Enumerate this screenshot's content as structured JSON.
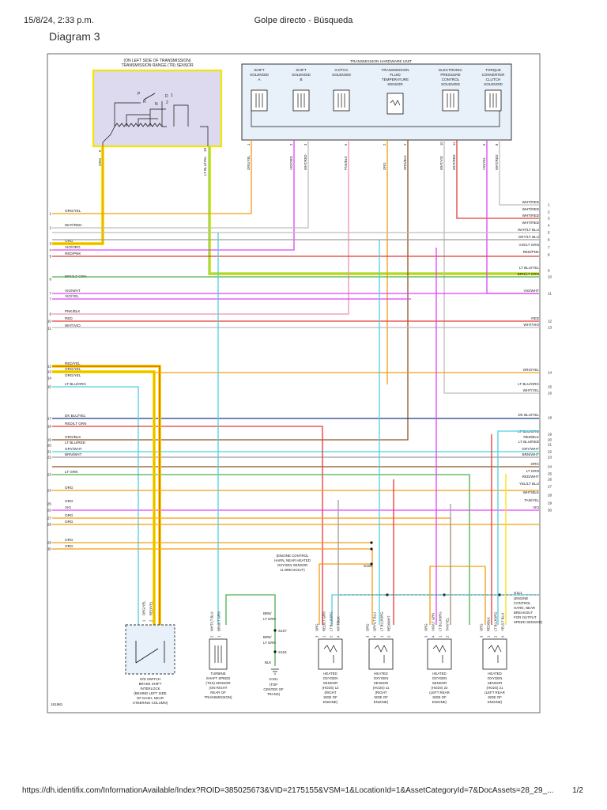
{
  "header": {
    "datetime": "15/8/24, 2:33 p.m.",
    "page_title": "Golpe directo - Búsqueda",
    "diagram_title": "Diagram 3"
  },
  "footer": {
    "url": "https://dh.identifix.com/InformationAvailable/Index?ROID=385025673&VID=2175155&VSM=1&LocationId=1&AssetCategoryId=7&DocAssets=28_29_...",
    "page": "1/2"
  },
  "tr_sensor": {
    "title_line1": "(ON LEFT SIDE OF TRANSMISSION)",
    "title_line2": "TRANSMISSION RANGE (TR) SENSOR",
    "pin_5": "5",
    "pin_10": "10",
    "letters": [
      "P",
      "R",
      "N",
      "D",
      "2",
      "1"
    ]
  },
  "thu": {
    "title": "TRANSMISSION HARDWARE UNIT",
    "components": [
      {
        "lines": [
          "SHIFT",
          "SOLENOID",
          "A"
        ],
        "pins": [
          {
            "num": "1",
            "label": "ORG/YEL"
          }
        ]
      },
      {
        "lines": [
          "SHIFT",
          "SOLENOID",
          "B"
        ],
        "pins": [
          {
            "num": "2",
            "label": "VIO/ORG"
          },
          {
            "num": "3",
            "label": "WHT/RED"
          }
        ]
      },
      {
        "lines": [
          "3-2/TCC",
          "SOLENOID"
        ],
        "pins": [
          {
            "num": "6",
            "label": "PNK/BLK"
          }
        ]
      },
      {
        "lines": [
          "TRANSMISSION",
          "FLUID",
          "TEMPERATURE",
          "SENSOR"
        ],
        "pins": [
          {
            "num": "2",
            "label": "ORG"
          },
          {
            "num": "2",
            "label": "ORG/BLK"
          }
        ]
      },
      {
        "lines": [
          "ELECTRONIC",
          "PRESSURE",
          "CONTROL",
          "SOLENOID"
        ],
        "pins": [
          {
            "num": "10",
            "label": "WHT/VIO"
          },
          {
            "num": "11",
            "label": "WHT/RED"
          }
        ]
      },
      {
        "lines": [
          "TORQUE",
          "CONVERTER",
          "CLUTCH",
          "SOLENOID"
        ],
        "pins": [
          {
            "num": "5",
            "label": "VIO/YEL"
          },
          {
            "num": "8",
            "label": "WHT/RED"
          }
        ]
      }
    ]
  },
  "left_connector": [
    {
      "num": "1",
      "wire": "ORG/YEL"
    },
    {
      "num": "2",
      "wire": "WHT/RED"
    },
    {
      "num": "3",
      "wire": "ORG"
    },
    {
      "num": "4",
      "wire": "VIO/ORG"
    },
    {
      "num": "5",
      "wire": "RED/PNK"
    },
    {
      "num": "6",
      "wire": "BRN/LT GRN"
    },
    {
      "num": "7",
      "wire": "VIO/WHT"
    },
    {
      "num": "7",
      "wire": "VIO/YEL"
    },
    {
      "num": "8",
      "wire": "PNK/BLK"
    },
    {
      "num": "10",
      "wire": "RED"
    },
    {
      "num": "11",
      "wire": "WHT/VIO"
    },
    {
      "num": "12",
      "wire": "RED/YEL"
    },
    {
      "num": "13",
      "wire": "ORG/YEL"
    },
    {
      "num": "14",
      "wire": "ORG/YEL"
    },
    {
      "num": "15",
      "wire": "LT BLU/ORG"
    },
    {
      "num": "17",
      "wire": "DK BLU/YEL"
    },
    {
      "num": "18",
      "wire": "RED/LT GRN"
    },
    {
      "num": "19",
      "wire": "ORG/BLK"
    },
    {
      "num": "20",
      "wire": "LT BLU/RED"
    },
    {
      "num": "21",
      "wire": "GRY/WHT"
    },
    {
      "num": "22",
      "wire": "BRN/WHT"
    },
    {
      "num": "23",
      "wire": "LT GRN"
    },
    {
      "num": "24",
      "wire": "ORG"
    },
    {
      "num": "25",
      "wire": "ORG"
    },
    {
      "num": "26",
      "wire": "VIO"
    },
    {
      "num": "27",
      "wire": "ORG"
    },
    {
      "num": "28",
      "wire": "ORG"
    },
    {
      "num": "29",
      "wire": "ORG"
    },
    {
      "num": "30",
      "wire": "ORG"
    }
  ],
  "right_connector": [
    {
      "num": "1",
      "wire": "WHT/RED"
    },
    {
      "num": "2",
      "wire": "WHT/RED"
    },
    {
      "num": "3",
      "wire": "WHT/RED"
    },
    {
      "num": "4",
      "wire": "WHT/RED"
    },
    {
      "num": "5",
      "wire": "WHT/LT BLU"
    },
    {
      "num": "6",
      "wire": "GRY/LT BLU"
    },
    {
      "num": "7",
      "wire": "VIO/LT GRN"
    },
    {
      "num": "8",
      "wire": "RED/PNK"
    },
    {
      "num": "9",
      "wire": "LT BLU/YEL"
    },
    {
      "num": "10",
      "wire": "BRN/LT GRN"
    },
    {
      "num": "11",
      "wire": "VIO/WHT"
    },
    {
      "num": "12",
      "wire": "RED"
    },
    {
      "num": "13",
      "wire": "WHT/VIO"
    },
    {
      "num": "14",
      "wire": "ORG/YEL"
    },
    {
      "num": "15",
      "wire": "LT BLU/ORG"
    },
    {
      "num": "16",
      "wire": "WHT/YEL"
    },
    {
      "num": "18",
      "wire": "DK BLU/YEL"
    },
    {
      "num": "19",
      "wire": "LT BLU/ORG"
    },
    {
      "num": "20",
      "wire": "RED/BLK"
    },
    {
      "num": "21",
      "wire": "LT BLU/RED"
    },
    {
      "num": "22",
      "wire": "GRY/WHT"
    },
    {
      "num": "23",
      "wire": "BRN/WHT"
    },
    {
      "num": "24",
      "wire": "ORG"
    },
    {
      "num": "25",
      "wire": "LT GRN"
    },
    {
      "num": "26",
      "wire": "RED/WHT"
    },
    {
      "num": "27",
      "wire": "YEL/LT BLU"
    },
    {
      "num": "28",
      "wire": "WHT/BLK"
    },
    {
      "num": "29",
      "wire": "TAN/YEL"
    },
    {
      "num": "30",
      "wire": "VIO"
    }
  ],
  "splices": {
    "s100": "S100",
    "s100_note": [
      "(ENGINE CONTROL",
      "HARN, NEAR HEATED",
      "OXYGEN SENSOR",
      "11 BREAKOUT)"
    ],
    "s111": "S111",
    "s111_note": [
      "(ENGINE",
      "CONTROL",
      "HARN, NEAR",
      "BREAKOUT",
      "FOR OUTPUT",
      "SPEED SENSOR)"
    ],
    "s107": "S107",
    "s104": "S104",
    "g101": "G101",
    "g101_note": [
      "(TOP",
      "CENTER OF",
      "TRANS)"
    ],
    "brn_ltgrn_1": [
      "BRN/",
      "LT GRN"
    ],
    "brn_ltgrn_2": [
      "BRN/",
      "LT GRN"
    ],
    "blk": "BLK"
  },
  "bottom_components": [
    {
      "lines": [
        "O/D SWITCH",
        "BRAKE SHIFT",
        "INTERLOCK",
        "(BEHIND LEFT SIDE",
        "OF DASH, NEAR",
        "STEERING COLUMN)"
      ],
      "wires": [
        "ORG/YEL",
        "RED/YEL"
      ],
      "pins": [
        "1",
        "2"
      ]
    },
    {
      "lines": [
        "TURBINE",
        "SHAFT SPEED",
        "(TSS) SENSOR",
        "(ON RIGHT",
        "REAR OF",
        "TRANSMISSION)"
      ],
      "wires": [
        "WHT/LT BLU",
        "BRN/LT GRN"
      ],
      "pins": [
        "2",
        "1"
      ]
    },
    {
      "lines": [
        "HEATED",
        "OXYGEN",
        "SENSOR",
        "(HO2S) 12",
        "(RIGHT",
        "SIDE OF",
        "ENGINE)"
      ],
      "wires": [
        "ORG",
        "RED/LT GRN",
        "LT BLU/ORG",
        "WHT/BLK"
      ],
      "pins": [
        "3",
        "1",
        "2",
        "4"
      ]
    },
    {
      "lines": [
        "HEATED",
        "OXYGEN",
        "SENSOR",
        "(HO2S) 11",
        "(RIGHT",
        "SIDE OF",
        "ENGINE)"
      ],
      "wires": [
        "ORG",
        "GRY/LT BLU",
        "LT BLU/ORG",
        "RED/WHT"
      ],
      "pins": [
        "3",
        "4",
        "1",
        "2"
      ]
    },
    {
      "lines": [
        "HEATED",
        "OXYGEN",
        "SENSOR",
        "(HO2S) 22",
        "(LEFT REAR",
        "SIDE OF",
        "ENGINE)"
      ],
      "wires": [
        "ORG",
        "VIO/LT GRN",
        "LT BLU/ORG",
        "TAN/YEL"
      ],
      "pins": [
        "3",
        "4",
        "1",
        "2"
      ]
    },
    {
      "lines": [
        "HEATED",
        "OXYGEN",
        "SENSOR",
        "(HO2S) 21",
        "(LEFT REAR",
        "SIDE OF",
        "ENGINE)"
      ],
      "wires": [
        "ORG",
        "RED/BLK",
        "LT BLU/ORG",
        "YEL/LT BLU"
      ],
      "pins": [
        "3",
        "1",
        "2",
        "4"
      ]
    }
  ],
  "drawing_id": "181981",
  "colors": {
    "org": "#f39c12",
    "yel": "#f2e600",
    "red": "#e53935",
    "vio": "#e040fb",
    "ltblu": "#4dd0e1",
    "ltgrn": "#4caf50",
    "brn": "#8d5524",
    "gry": "#9e9e9e",
    "dkblu": "#1e3a8a",
    "pnk": "#f48fb1",
    "wht": "#bdbdbd",
    "blk": "#333333",
    "tr_fill": "#ddd9ee",
    "thu_fill": "#e8f0fa"
  }
}
